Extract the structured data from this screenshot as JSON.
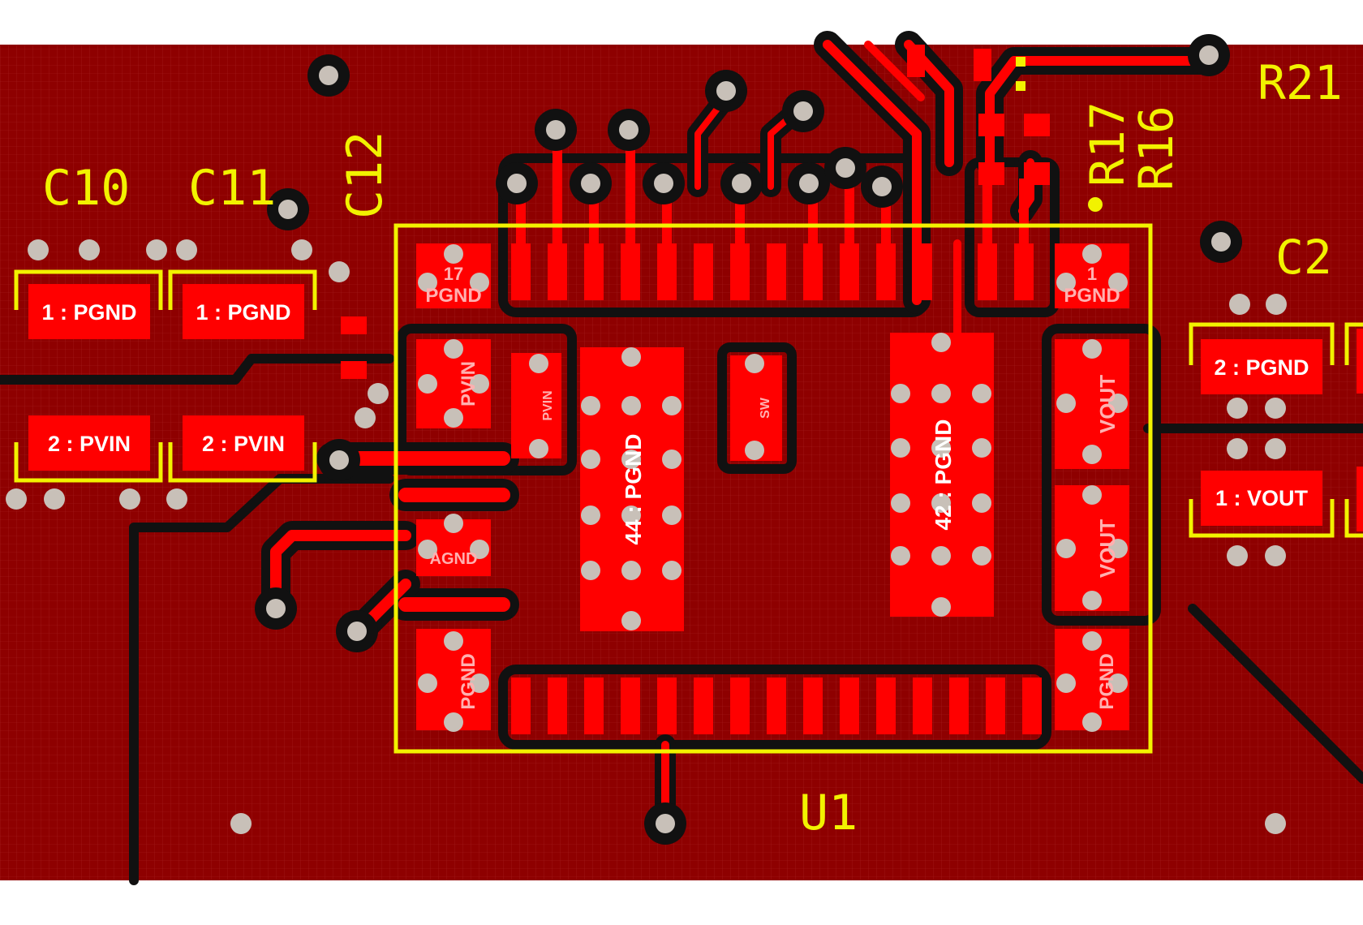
{
  "colors": {
    "board": "#8e0000",
    "copper": "#ff0000",
    "clearance": "#111111",
    "silkscreen": "#f2f200",
    "via_ring": "#111111",
    "via_hole": "#c8c0b8",
    "pad_text": "#ffffff"
  },
  "designators": {
    "c10": "C10",
    "c11": "C11",
    "c12": "C12",
    "r21": "R21",
    "r17": "R17",
    "r16": "R16",
    "c2": "C2",
    "u1": "U1"
  },
  "pads": {
    "c10_pad1": "1 : PGND",
    "c11_pad1": "1 : PGND",
    "c10_pad2": "2 : PVIN",
    "c11_pad2": "2 : PVIN",
    "c2_pad2": "2 : PGND",
    "c2_pad1": "1 : VOUT"
  },
  "u1_pads": {
    "p17_num": "17",
    "p17_net": "PGND",
    "p1_num": "1",
    "p1_net": "PGND",
    "pvin_left": "PVIN",
    "pvin_inner": "PVIN",
    "sw": "SW",
    "agnd": "AGND",
    "epad44": "44 : PGND",
    "epad42": "42 : PGND",
    "vout_a": "VOUT",
    "vout_b": "VOUT",
    "pgnd_bl": "PGND",
    "pgnd_br": "PGND"
  }
}
